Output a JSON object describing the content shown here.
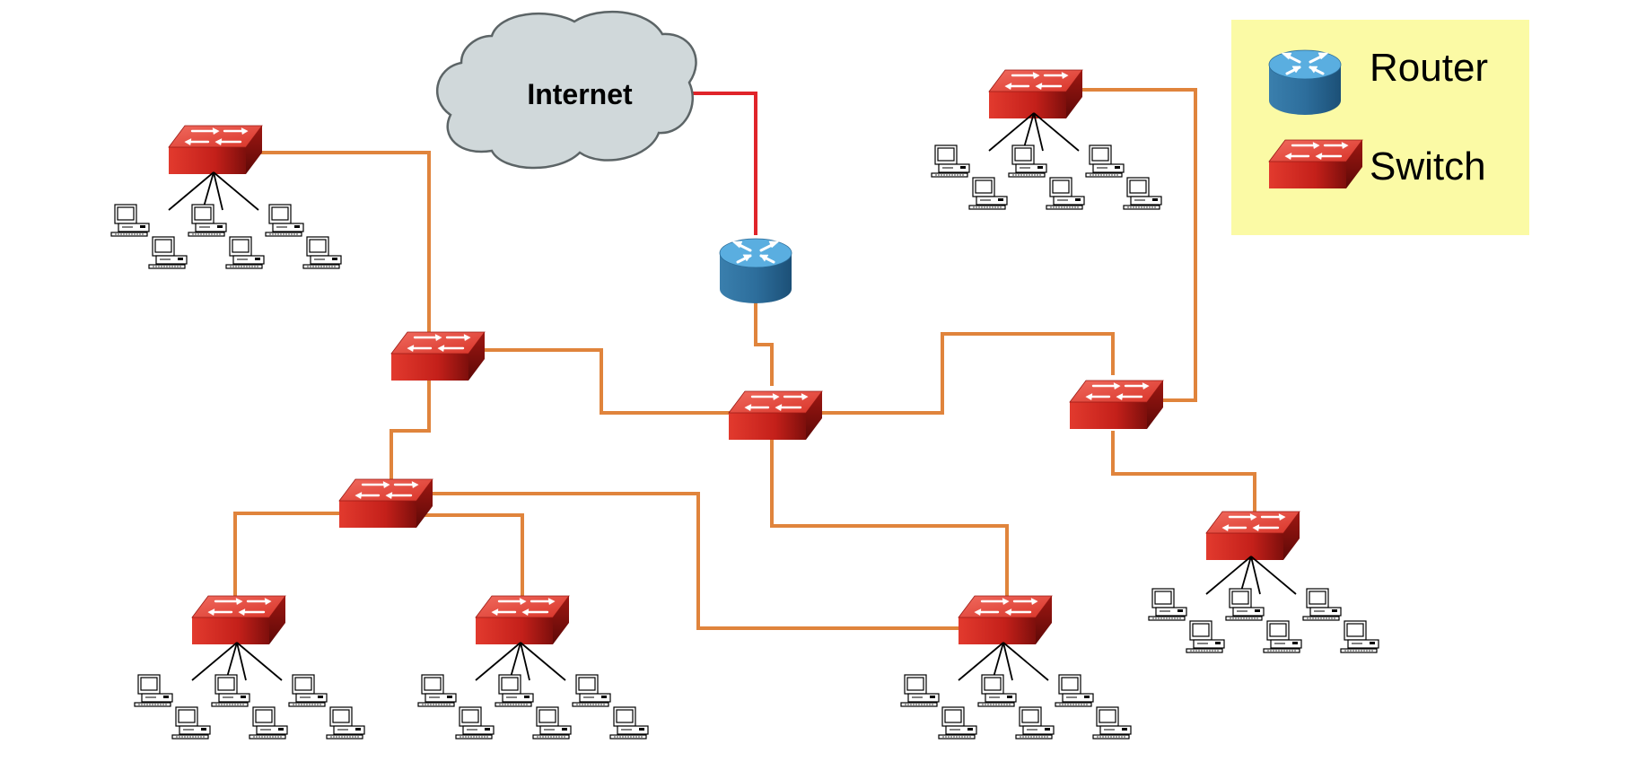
{
  "cloud": {
    "label": "Internet"
  },
  "legend": {
    "router_label": "Router",
    "switch_label": "Switch"
  },
  "colors": {
    "link": "#e0843c",
    "uplink": "#e0242a",
    "legend_bg": "#fbfaa5",
    "cloud_fill": "#d0d8da",
    "switch_front": "#cd241c",
    "router_top": "#5aaee0"
  },
  "devices": {
    "router": {
      "type": "router",
      "icon": "router-icon"
    },
    "switches": [
      {
        "id": "core",
        "icon": "switch-icon"
      },
      {
        "id": "west-dist",
        "icon": "switch-icon"
      },
      {
        "id": "west-agg",
        "icon": "switch-icon"
      },
      {
        "id": "east-dist",
        "icon": "switch-icon"
      },
      {
        "id": "access-nw",
        "icon": "switch-icon",
        "workstations": 6
      },
      {
        "id": "access-ne",
        "icon": "switch-icon",
        "workstations": 6
      },
      {
        "id": "access-sw1",
        "icon": "switch-icon",
        "workstations": 6
      },
      {
        "id": "access-sw2",
        "icon": "switch-icon",
        "workstations": 6
      },
      {
        "id": "access-s",
        "icon": "switch-icon",
        "workstations": 6
      },
      {
        "id": "access-se",
        "icon": "switch-icon",
        "workstations": 6
      }
    ],
    "workstation_icon": "workstation-icon"
  }
}
